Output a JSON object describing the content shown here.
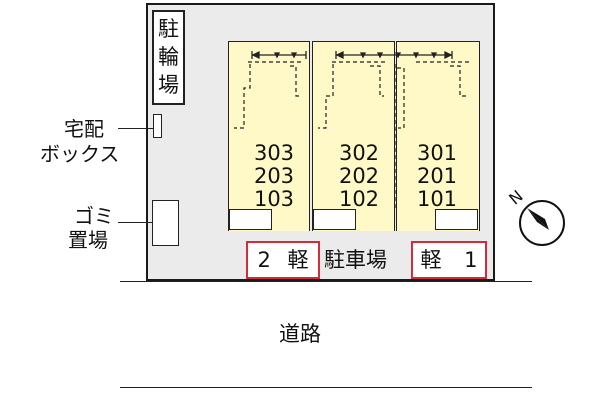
{
  "labels": {
    "bicycle_parking": "駐輪場",
    "delivery_box_line1": "宅配",
    "delivery_box_line2": "ボックス",
    "garbage_line1": "ゴミ",
    "garbage_line2": "置場",
    "parking": "駐車場",
    "road": "道路",
    "north": "N"
  },
  "parking_left": {
    "num": "2",
    "kind": "軽"
  },
  "parking_right": {
    "kind": "軽",
    "num": "1"
  },
  "units": {
    "col_303": {
      "top": "303",
      "mid": "203",
      "bot": "103"
    },
    "col_302": {
      "top": "302",
      "mid": "202",
      "bot": "102"
    },
    "col_301": {
      "top": "301",
      "mid": "201",
      "bot": "101"
    }
  },
  "colors": {
    "building": "#fff9c8",
    "site": "#ebebeb",
    "parking_border": "#d42b3b"
  }
}
